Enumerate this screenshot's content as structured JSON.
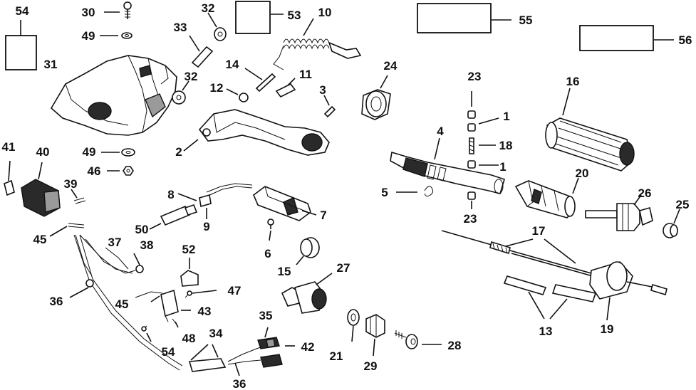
{
  "callouts": {
    "c1a": "1",
    "c1b": "1",
    "c2": "2",
    "c3": "3",
    "c4": "4",
    "c5": "5",
    "c6": "6",
    "c7": "7",
    "c8": "8",
    "c9": "9",
    "c10": "10",
    "c11": "11",
    "c12": "12",
    "c13": "13",
    "c14": "14",
    "c15": "15",
    "c16": "16",
    "c17": "17",
    "c18": "18",
    "c19": "19",
    "c20": "20",
    "c21": "21",
    "c23a": "23",
    "c23b": "23",
    "c24": "24",
    "c25": "25",
    "c26": "26",
    "c27": "27",
    "c28": "28",
    "c29": "29",
    "c30": "30",
    "c31": "31",
    "c32a": "32",
    "c32b": "32",
    "c33": "33",
    "c34": "34",
    "c35": "35",
    "c36a": "36",
    "c36b": "36",
    "c37": "37",
    "c38": "38",
    "c39": "39",
    "c40": "40",
    "c41": "41",
    "c42": "42",
    "c43": "43",
    "c45a": "45",
    "c45b": "45",
    "c46": "46",
    "c47": "47",
    "c48": "48",
    "c49a": "49",
    "c49b": "49",
    "c50": "50",
    "c52": "52",
    "c53": "53",
    "c54a": "54",
    "c54b": "54",
    "c55": "55",
    "c56": "56"
  }
}
